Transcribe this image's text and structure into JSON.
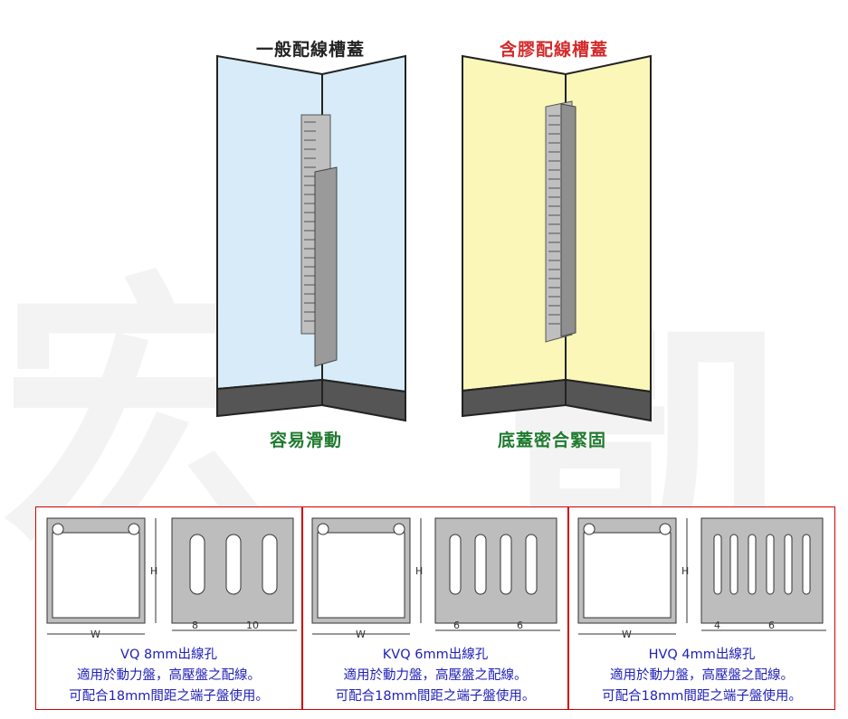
{
  "figures": [
    {
      "title": "一般配線槽蓋",
      "title_color": "#222222",
      "caption": "容易滑動",
      "panel_color": "#d7ecf8"
    },
    {
      "title": "含膠配線槽蓋",
      "title_color": "#d42a2a",
      "caption": "底蓋密合緊固",
      "panel_color": "#faf7b8"
    }
  ],
  "watermark": {
    "left": "宏",
    "right": "凱"
  },
  "specs": [
    {
      "model": "VQ 8mm出線孔",
      "line1": "適用於動力盤，高壓盤之配線。",
      "line2": "可配合18mm間距之端子盤使用。",
      "dim_w": "W",
      "dim_h": "H",
      "dim_a": "8",
      "dim_b": "10"
    },
    {
      "model": "KVQ 6mm出線孔",
      "line1": "適用於動力盤，高壓盤之配線。",
      "line2": "可配合18mm間距之端子盤使用。",
      "dim_w": "W",
      "dim_h": "H",
      "dim_a": "6",
      "dim_b": "6"
    },
    {
      "model": "HVQ 4mm出線孔",
      "line1": "適用於動力盤，高壓盤之配線。",
      "line2": "可配合18mm間距之端子盤使用。",
      "dim_w": "W",
      "dim_h": "H",
      "dim_a": "4",
      "dim_b": "6"
    }
  ]
}
